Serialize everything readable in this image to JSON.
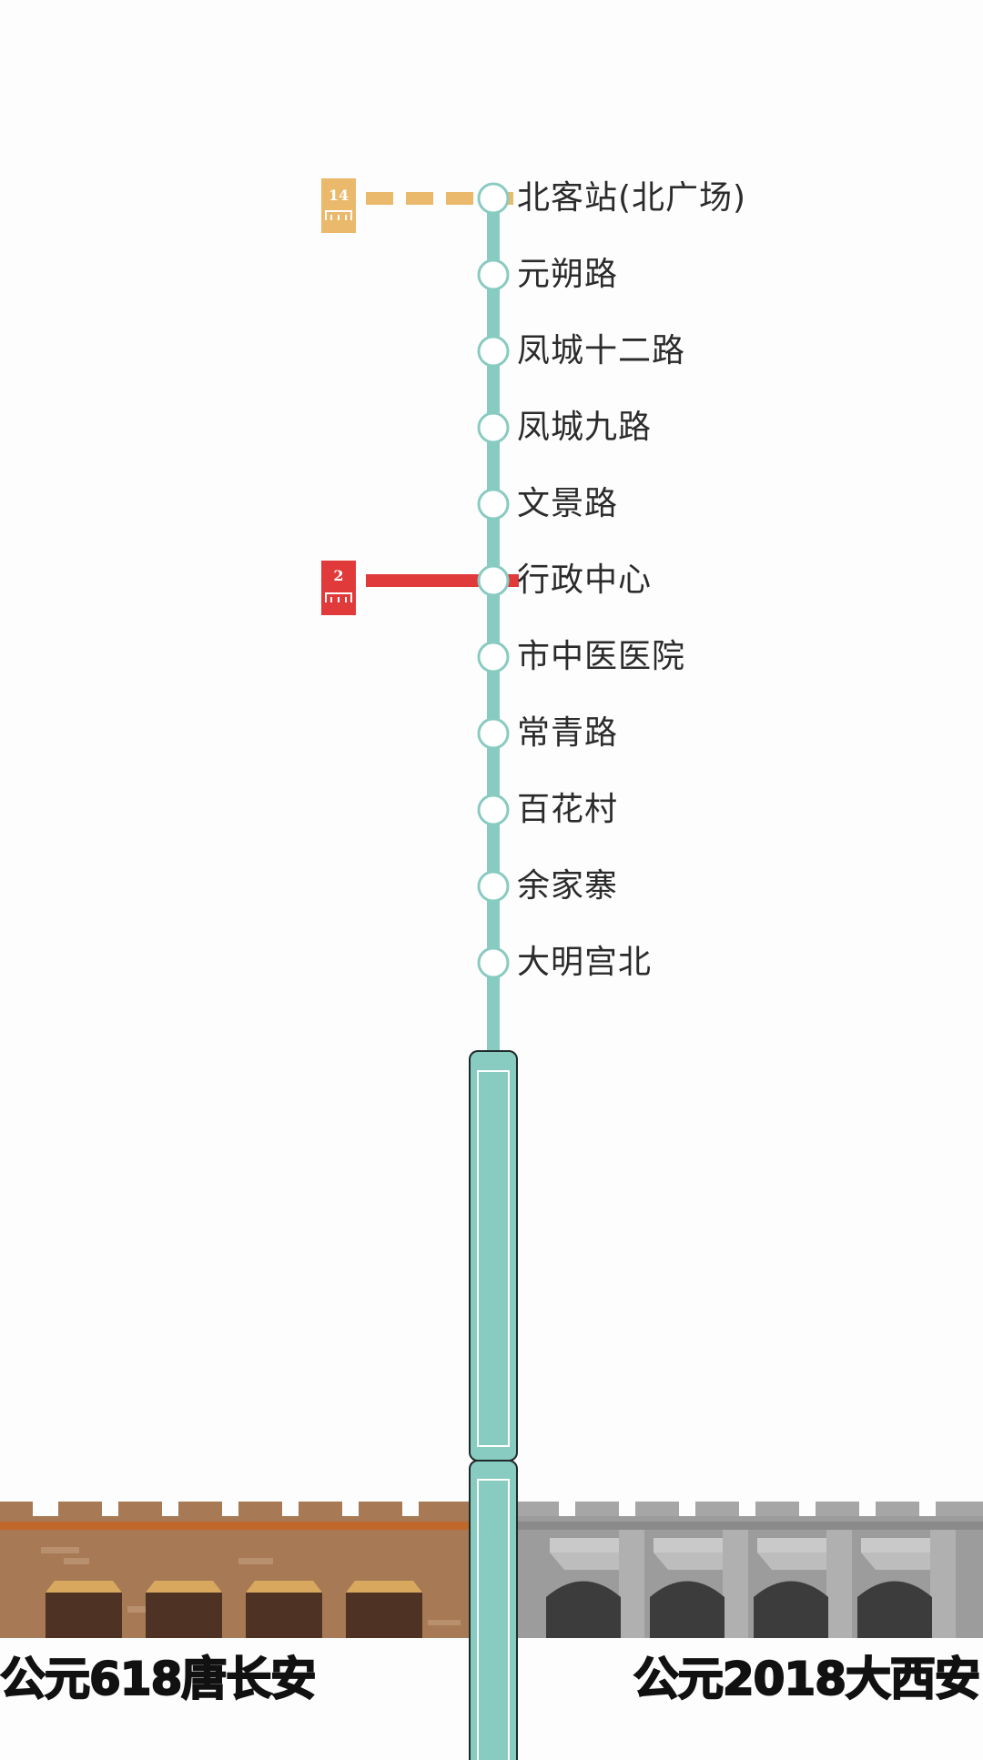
{
  "colors": {
    "line_main": "#88cbc1",
    "line_14": "#eab96b",
    "line_2": "#e03a3a",
    "wall_tang": "#a77a55",
    "wall_tang_trim": "#c0682c",
    "wall_modern": "#9c9c9c"
  },
  "line": {
    "stations": [
      {
        "name": "北客站(北广场)"
      },
      {
        "name": "元朔路"
      },
      {
        "name": "凤城十二路"
      },
      {
        "name": "凤城九路"
      },
      {
        "name": "文景路"
      },
      {
        "name": "行政中心"
      },
      {
        "name": "市中医医院"
      },
      {
        "name": "常青路"
      },
      {
        "name": "百花村"
      },
      {
        "name": "余家寨"
      },
      {
        "name": "大明宫北"
      }
    ],
    "transfers": [
      {
        "line": "14",
        "station_index": 0,
        "style": "dashed"
      },
      {
        "line": "2",
        "station_index": 5,
        "style": "solid"
      }
    ]
  },
  "footer": {
    "left_text": "公元618唐长安",
    "right_text": "公元2018大西安"
  }
}
